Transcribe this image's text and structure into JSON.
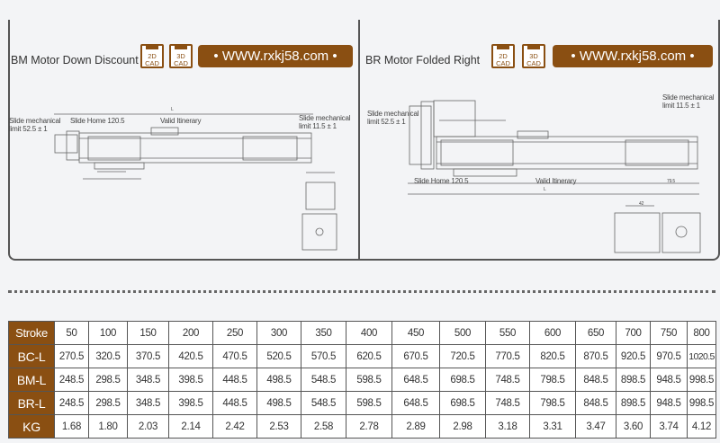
{
  "left_panel": {
    "title": "BM Motor Down Discount",
    "cad2d": [
      "2D",
      "CAD"
    ],
    "cad3d": [
      "3D",
      "CAD"
    ],
    "url": "•  WWW.rxkj58.com  •",
    "labels": {
      "slide_limit_left": [
        "Slide mechanical",
        "limit 52.5 ± 1"
      ],
      "slide_home": "Slide Home 120.5",
      "valid_itinerary": "Valid Itinerary",
      "slide_limit_right": [
        "Slide mechanical",
        "limit 11.5 ± 1"
      ],
      "dim_l": "L"
    }
  },
  "right_panel": {
    "title": "BR Motor Folded Right",
    "cad2d": [
      "2D",
      "CAD"
    ],
    "cad3d": [
      "3D",
      "CAD"
    ],
    "url": "•  WWW.rxkj58.com  •",
    "labels": {
      "slide_limit_left": [
        "Slide mechanical",
        "limit 52.5 ± 1"
      ],
      "slide_home": "Slide Home 120.5",
      "valid_itinerary": "Valid Itinerary",
      "slide_limit_right": [
        "Slide mechanical",
        "limit 11.5 ± 1"
      ],
      "dim_l": "L",
      "dim_42": "42",
      "dim_795": "79.5"
    }
  },
  "spec_table": {
    "rows": [
      {
        "label": "Stroke",
        "values": [
          "50",
          "100",
          "150",
          "200",
          "250",
          "300",
          "350",
          "400",
          "450",
          "500",
          "550",
          "600",
          "650",
          "700",
          "750",
          "800"
        ]
      },
      {
        "label": "BC-L",
        "values": [
          "270.5",
          "320.5",
          "370.5",
          "420.5",
          "470.5",
          "520.5",
          "570.5",
          "620.5",
          "670.5",
          "720.5",
          "770.5",
          "820.5",
          "870.5",
          "920.5",
          "970.5",
          "1020.5"
        ]
      },
      {
        "label": "BM-L",
        "values": [
          "248.5",
          "298.5",
          "348.5",
          "398.5",
          "448.5",
          "498.5",
          "548.5",
          "598.5",
          "648.5",
          "698.5",
          "748.5",
          "798.5",
          "848.5",
          "898.5",
          "948.5",
          "998.5"
        ]
      },
      {
        "label": "BR-L",
        "values": [
          "248.5",
          "298.5",
          "348.5",
          "398.5",
          "448.5",
          "498.5",
          "548.5",
          "598.5",
          "648.5",
          "698.5",
          "748.5",
          "798.5",
          "848.5",
          "898.5",
          "948.5",
          "998.5"
        ]
      },
      {
        "label": "KG",
        "values": [
          "1.68",
          "1.80",
          "2.03",
          "2.14",
          "2.42",
          "2.53",
          "2.58",
          "2.78",
          "2.89",
          "2.98",
          "3.18",
          "3.31",
          "3.47",
          "3.60",
          "3.74",
          "4.12"
        ]
      }
    ]
  },
  "colors": {
    "brand": "#8a4f12",
    "border": "#555555",
    "background": "#f3f4f6"
  }
}
